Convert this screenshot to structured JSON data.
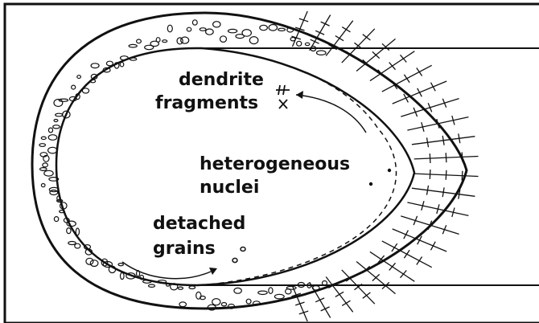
{
  "diagram": {
    "labels": {
      "dendrite_fragments": [
        "dendrite",
        "fragments"
      ],
      "heterogeneous_nuclei": [
        "heterogeneous",
        "nuclei"
      ],
      "detached_grains": [
        "detached",
        "grains"
      ]
    },
    "colors": {
      "ink": "#111111",
      "background": "#ffffff"
    }
  }
}
